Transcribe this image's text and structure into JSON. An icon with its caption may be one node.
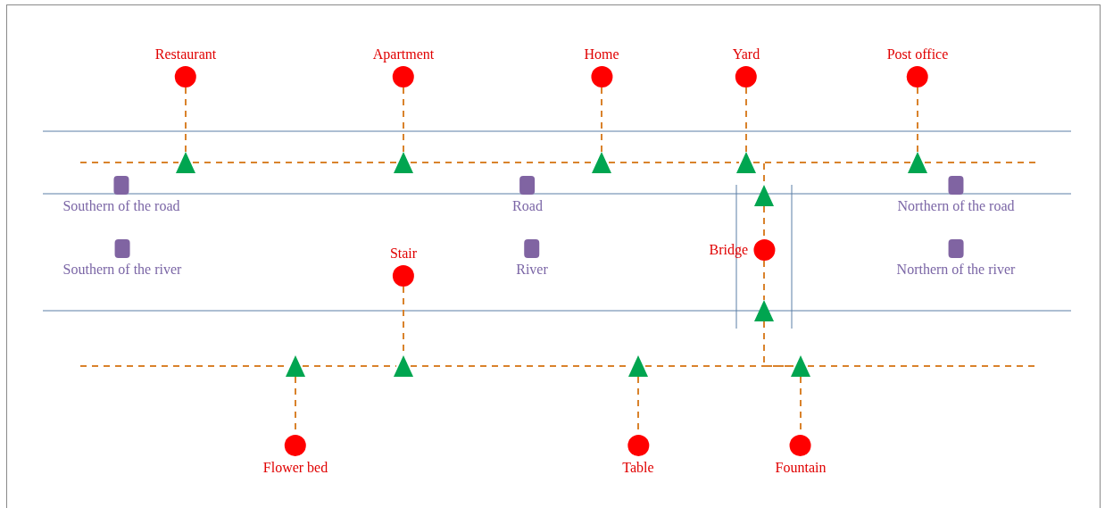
{
  "diagram": {
    "nodes": [
      {
        "text": [
          "Restaurant"
        ]
      },
      {
        "text": [
          "Apartment"
        ]
      },
      {
        "text": [
          "Home"
        ]
      },
      {
        "text": [
          "Yard"
        ]
      },
      {
        "text": [
          "Post office"
        ]
      },
      {
        "text": [],
        "shape": "triangle"
      },
      {
        "text": [],
        "shape": "triangle"
      },
      {
        "text": [],
        "shape": "triangle"
      },
      {
        "text": [],
        "shape": "triangle"
      },
      {
        "text": [],
        "shape": "triangle"
      },
      {
        "text": [
          "Southern of the road"
        ]
      },
      {
        "text": [
          "Road"
        ]
      },
      {
        "text": [],
        "shape": "triangle"
      },
      {
        "text": [
          "Northern of the road"
        ]
      },
      {
        "text": [
          "Southern of the river"
        ]
      },
      {
        "text": [
          "Stair"
        ]
      },
      {
        "text": [
          "River"
        ]
      },
      {
        "text": [
          "Bridge"
        ]
      },
      {
        "text": [
          "Northern of the river"
        ]
      },
      {
        "text": [],
        "shape": "triangle"
      },
      {
        "text": [],
        "shape": "triangle"
      },
      {
        "text": [],
        "shape": "triangle"
      },
      {
        "text": [],
        "shape": "triangle"
      },
      {
        "text": [],
        "shape": "triangle"
      },
      {
        "text": [
          "Flower bed"
        ]
      },
      {
        "text": [
          "Table"
        ]
      },
      {
        "text": [
          "Fountain"
        ]
      }
    ],
    "edges": [
      {
        "from": 0,
        "to": 5,
        "arrow": "none",
        "style": "dashed"
      },
      {
        "from": 1,
        "to": 6,
        "arrow": "none",
        "style": "dashed"
      },
      {
        "from": 2,
        "to": 7,
        "arrow": "none",
        "style": "dashed"
      },
      {
        "from": 3,
        "to": 8,
        "arrow": "none",
        "style": "dashed"
      },
      {
        "from": 4,
        "to": 9,
        "arrow": "none",
        "style": "dashed"
      },
      {
        "from": null,
        "to": 5,
        "arrow": "none",
        "style": "dashed"
      },
      {
        "from": 5,
        "to": 6,
        "arrow": "none",
        "style": "dashed"
      },
      {
        "from": 6,
        "to": 7,
        "arrow": "none",
        "style": "dashed"
      },
      {
        "from": 7,
        "to": 8,
        "arrow": "none",
        "style": "dashed"
      },
      {
        "from": 8,
        "to": 9,
        "arrow": "none",
        "style": "dashed"
      },
      {
        "from": 9,
        "to": null,
        "arrow": "none",
        "style": "dashed"
      },
      {
        "from": 8,
        "to": 12,
        "arrow": "none",
        "style": "dashed"
      },
      {
        "from": 12,
        "to": 17,
        "arrow": "none",
        "style": "dashed"
      },
      {
        "from": 17,
        "to": 19,
        "arrow": "none",
        "style": "dashed"
      },
      {
        "from": 19,
        "to": 23,
        "arrow": "none",
        "style": "dashed"
      },
      {
        "from": 15,
        "to": 21,
        "arrow": "none",
        "style": "dashed"
      },
      {
        "from": null,
        "to": 20,
        "arrow": "none",
        "style": "dashed"
      },
      {
        "from": 20,
        "to": 21,
        "arrow": "none",
        "style": "dashed"
      },
      {
        "from": 21,
        "to": 22,
        "arrow": "none",
        "style": "dashed"
      },
      {
        "from": 22,
        "to": 23,
        "arrow": "none",
        "style": "dashed"
      },
      {
        "from": 23,
        "to": null,
        "arrow": "none",
        "style": "dashed"
      },
      {
        "from": 20,
        "to": 24,
        "arrow": "none",
        "style": "dashed"
      },
      {
        "from": 22,
        "to": 25,
        "arrow": "none",
        "style": "dashed"
      },
      {
        "from": 23,
        "to": 26,
        "arrow": "none",
        "style": "dashed"
      }
    ]
  }
}
